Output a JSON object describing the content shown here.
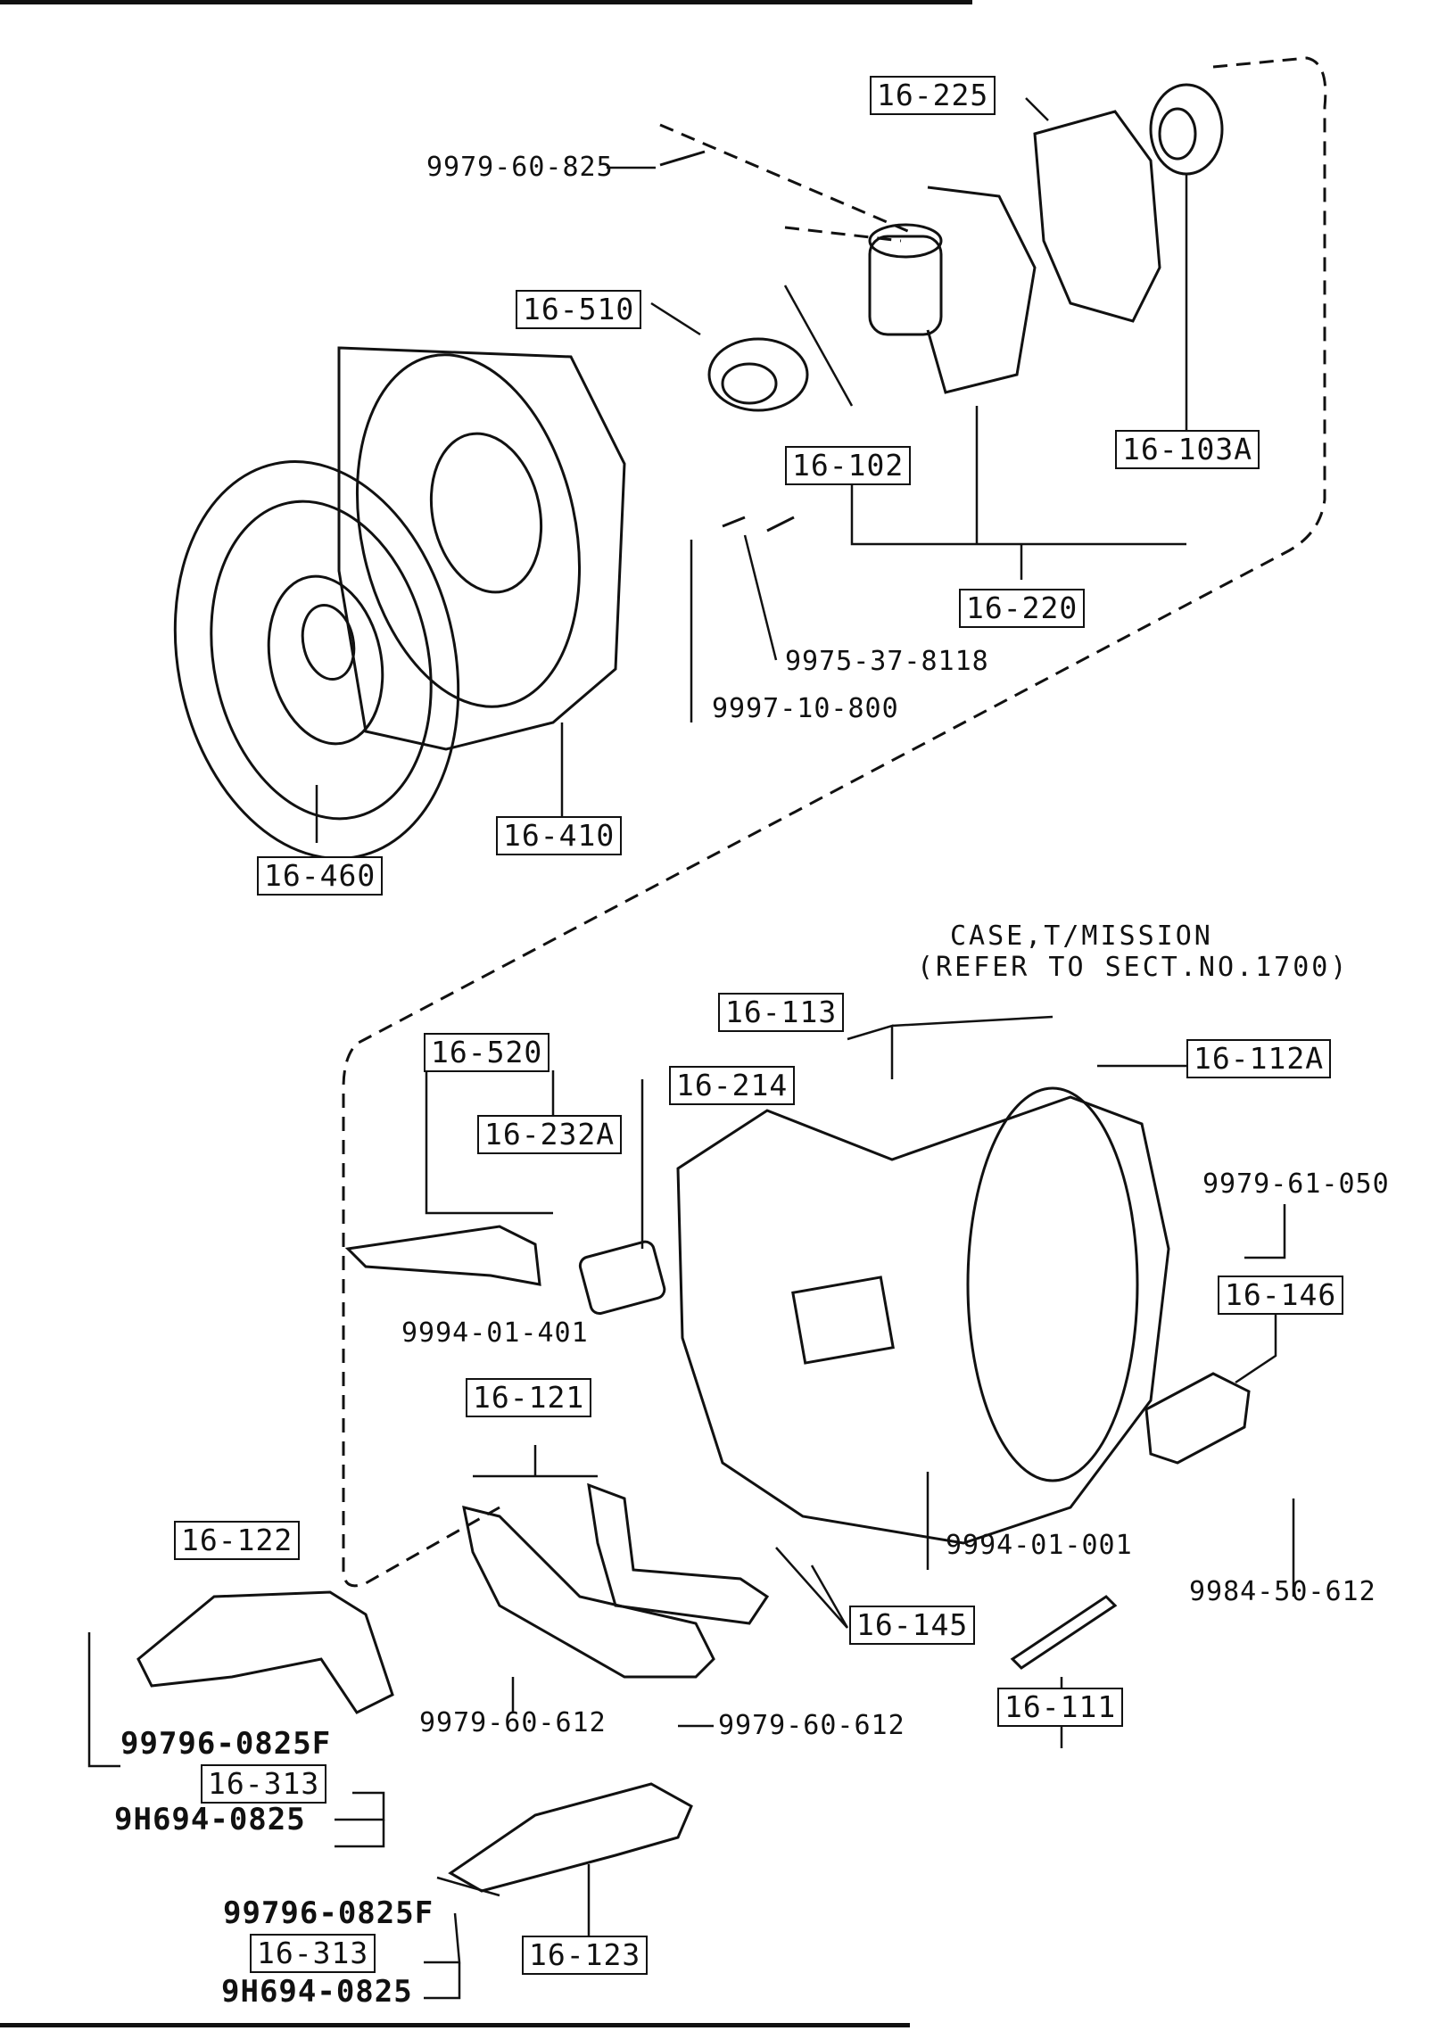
{
  "part_labels": [
    "16-225",
    "16-510",
    "16-102",
    "16-103A",
    "16-220",
    "16-410",
    "16-460",
    "16-520",
    "16-214",
    "16-232A",
    "16-113",
    "16-112A",
    "16-146",
    "16-121",
    "16-122",
    "16-145",
    "16-111",
    "16-313",
    "16-123",
    "16-313"
  ],
  "fasteners": [
    "9979-60-825",
    "9975-37-8118",
    "9997-10-800",
    "9979-61-050",
    "9994-01-401",
    "9994-01-001",
    "9984-50-612",
    "9979-60-612",
    "9979-60-612"
  ],
  "bold_parts": [
    "99796-0825F",
    "9H694-0825",
    "99796-0825F",
    "9H694-0825"
  ],
  "case_note": {
    "line1": "CASE,T/MISSION",
    "line2": "(REFER TO SECT.NO.1700)"
  }
}
